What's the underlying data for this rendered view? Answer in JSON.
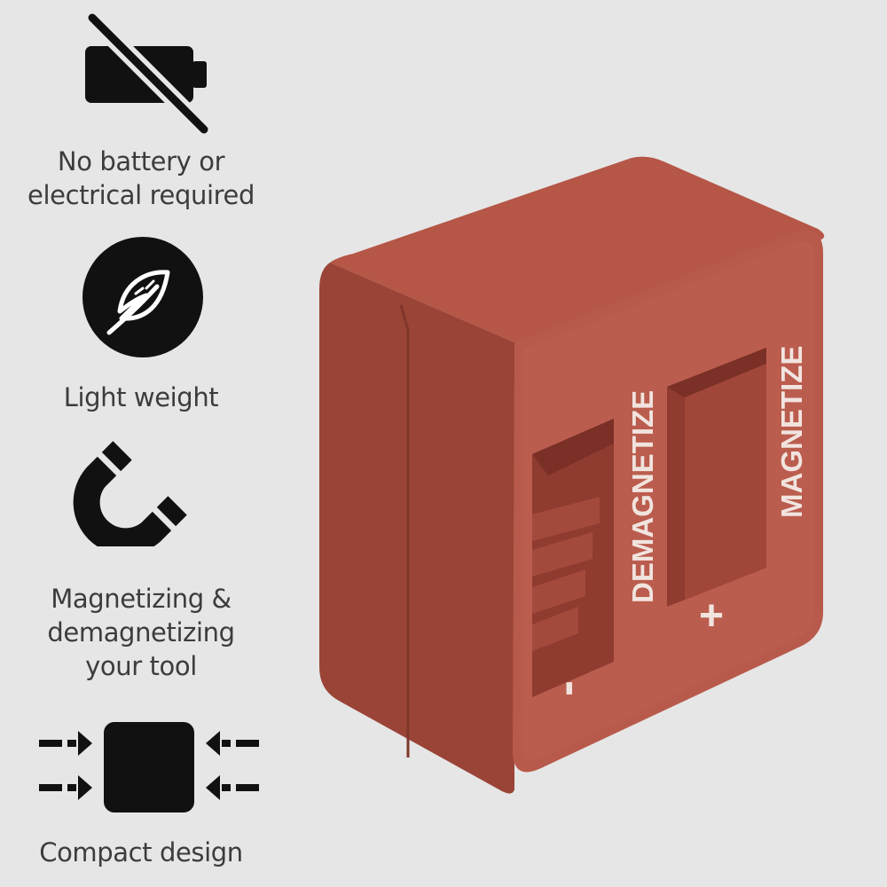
{
  "features": [
    {
      "icon": "no-battery-icon",
      "line1": "No battery or",
      "line2": "electrical required"
    },
    {
      "icon": "feather-icon",
      "line1": "Light weight"
    },
    {
      "icon": "magnet-icon",
      "line1": "Magnetizing &",
      "line2": "demagnetizing",
      "line3": "your tool"
    },
    {
      "icon": "compress-arrows-icon",
      "line1": "Compact design"
    }
  ],
  "product": {
    "name": "magnetizer-demagnetizer-block",
    "label_left": "DEMAGNETIZE",
    "label_right": "MAGNETIZE",
    "symbol_left": "-",
    "symbol_right": "+",
    "color": "#b9584a"
  },
  "colors": {
    "background": "#e6e6e6",
    "icon": "#111111",
    "text": "#3c3c3c"
  }
}
